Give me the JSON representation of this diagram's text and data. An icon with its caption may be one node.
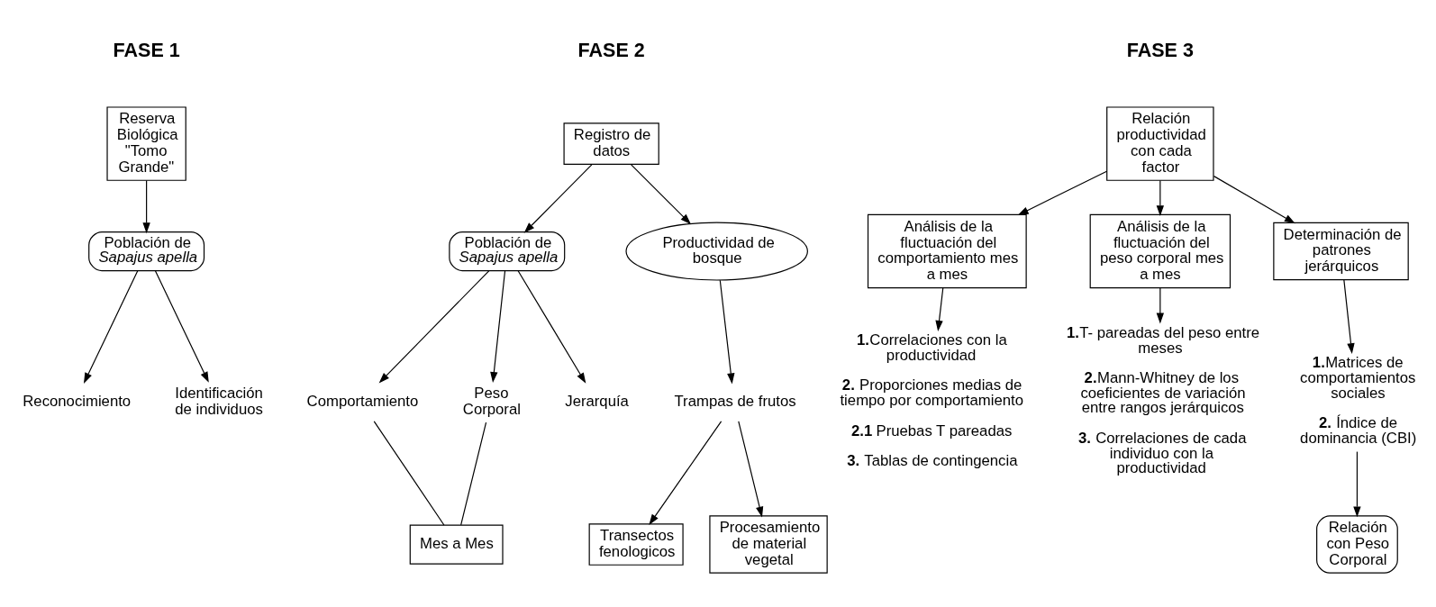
{
  "diagram": {
    "nodes": [
      {
        "text": [
          "Reserva Biológica \"Tomo Grande\""
        ]
      },
      {
        "text": [
          "Población de *Sapajus apella*"
        ]
      },
      {
        "text": [
          "Reconocimiento"
        ]
      },
      {
        "text": [
          "Identificación de individuos"
        ]
      },
      {
        "text": [
          "Registro de datos"
        ]
      },
      {
        "text": [
          "Población de *Sapajus apella*"
        ]
      },
      {
        "text": [
          "Comportamiento"
        ]
      },
      {
        "text": [
          "Peso Corporal"
        ]
      },
      {
        "text": [
          "Jerarquía"
        ]
      },
      {
        "text": [
          "Mes a Mes"
        ]
      },
      {
        "text": [
          "Productividad de bosque"
        ]
      },
      {
        "text": [
          "Trampas de frutos"
        ]
      },
      {
        "text": [
          "Transectos fenologicos"
        ]
      },
      {
        "text": [
          "Procesamiento de material vegetal"
        ]
      },
      {
        "text": [
          "Relación productividad con cada factor"
        ]
      },
      {
        "text": [
          "Análisis de la fluctuación del comportamiento mes a mes"
        ]
      },
      {
        "text": [
          "Análisis de la fluctuación del peso corporal mes a mes"
        ]
      },
      {
        "text": [
          "Determinación de patrones jerárquicos"
        ]
      },
      {
        "text": [
          "**1.**Correlaciones con la productividad",
          "**2.** Proporciones medias de tiempo por comportamiento",
          "**2.1** Pruebas T pareadas",
          "**3.** Tablas de contingencia"
        ]
      },
      {
        "text": [
          "**1.**T- pareadas del peso entre meses",
          "**2.**Mann-Whitney de los coeficientes de variación entre rangos jerárquicos",
          "**3.** Correlaciones de cada individuo con la productividad"
        ]
      },
      {
        "text": [
          "**1.**Matrices de comportamientos sociales",
          "**2.** Índice de dominancia (CBI)"
        ]
      },
      {
        "text": [
          "Relación con Peso Corporal"
        ]
      }
    ],
    "edges": [
      {
        "from": 0,
        "to": 1,
        "arrow": "to"
      },
      {
        "from": 1,
        "to": 2,
        "arrow": "to"
      },
      {
        "from": 1,
        "to": 3,
        "arrow": "to"
      },
      {
        "from": 4,
        "to": 5,
        "arrow": "to"
      },
      {
        "from": 4,
        "to": 10,
        "arrow": "to"
      },
      {
        "from": 5,
        "to": 6,
        "arrow": "to"
      },
      {
        "from": 5,
        "to": 7,
        "arrow": "to"
      },
      {
        "from": 5,
        "to": 8,
        "arrow": "to"
      },
      {
        "from": 6,
        "to": 9,
        "arrow": "none"
      },
      {
        "from": 7,
        "to": 9,
        "arrow": "none"
      },
      {
        "from": 10,
        "to": 11,
        "arrow": "to"
      },
      {
        "from": 11,
        "to": 12,
        "arrow": "to"
      },
      {
        "from": 11,
        "to": 13,
        "arrow": "to"
      },
      {
        "from": 14,
        "to": 15,
        "arrow": "to"
      },
      {
        "from": 14,
        "to": 16,
        "arrow": "to"
      },
      {
        "from": 14,
        "to": 17,
        "arrow": "to"
      },
      {
        "from": 15,
        "to": 18,
        "arrow": "to"
      },
      {
        "from": 16,
        "to": 19,
        "arrow": "to"
      },
      {
        "from": 17,
        "to": 20,
        "arrow": "to"
      },
      {
        "from": 20,
        "to": 21,
        "arrow": "to"
      }
    ],
    "labels": [
      "FASE 1",
      "FASE 2",
      "FASE 3"
    ]
  }
}
